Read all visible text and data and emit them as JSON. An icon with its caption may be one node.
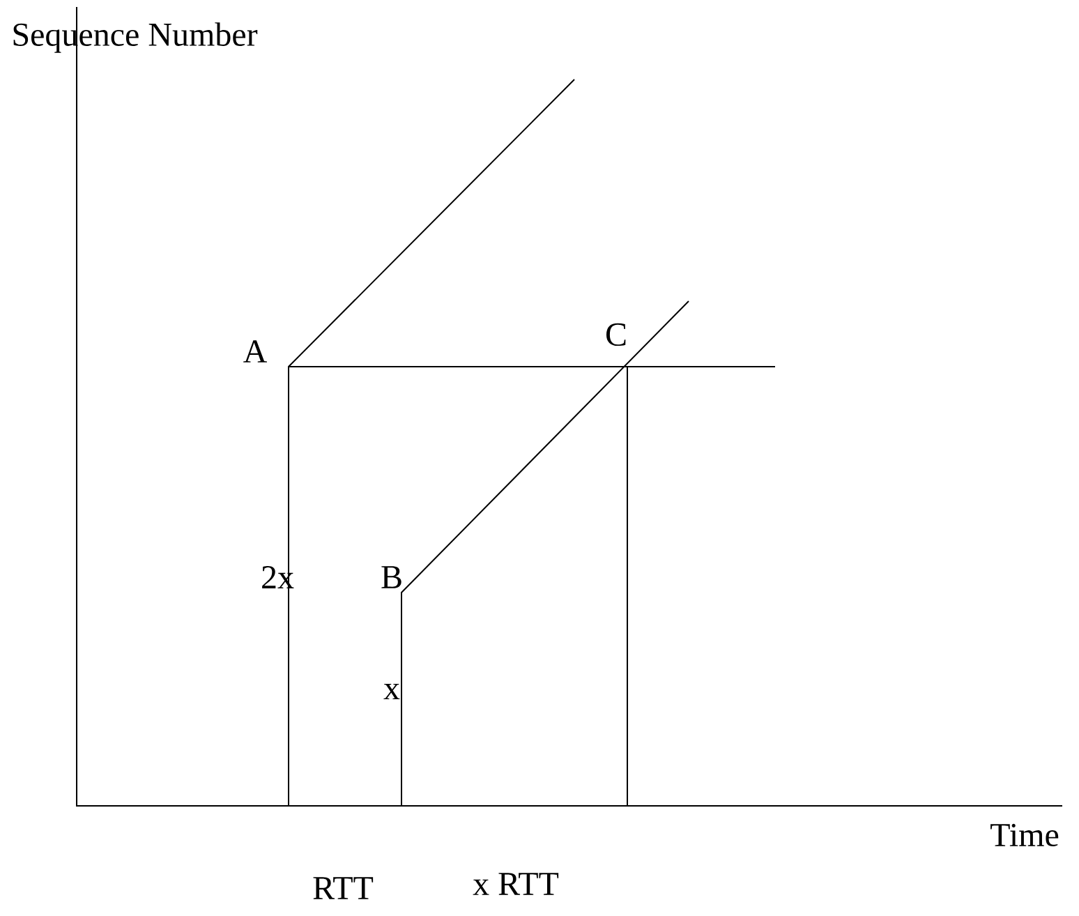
{
  "diagram": {
    "labels": [
      "Sequence Number",
      "A",
      "C",
      "2x",
      "B",
      "x",
      "Time",
      "RTT",
      "x RTT"
    ]
  }
}
